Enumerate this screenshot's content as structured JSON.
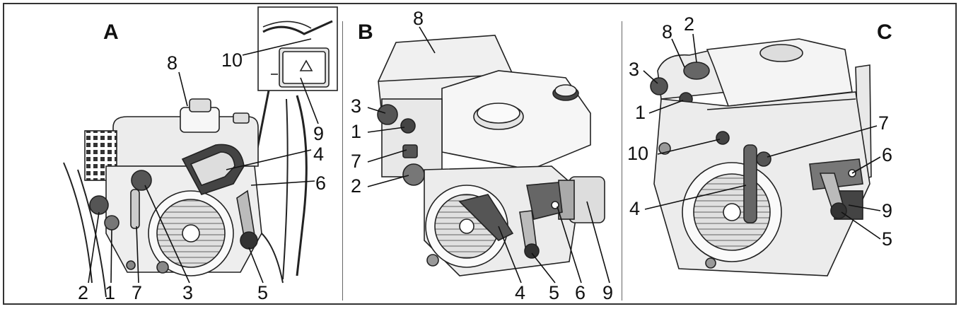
{
  "panels": [
    {
      "letter": "A",
      "callouts": [
        "8",
        "10",
        "9",
        "4",
        "6",
        "2",
        "1",
        "7",
        "3",
        "5"
      ]
    },
    {
      "letter": "B",
      "callouts": [
        "8",
        "3",
        "1",
        "7",
        "2",
        "4",
        "5",
        "6",
        "9"
      ]
    },
    {
      "letter": "C",
      "callouts": [
        "8",
        "2",
        "3",
        "1",
        "7",
        "10",
        "6",
        "4",
        "9",
        "5"
      ]
    }
  ],
  "colors": {
    "ink": "#111111",
    "frame": "#333333",
    "fill_light": "#e9e9e9",
    "fill_mid": "#bdbdbd",
    "fill_dark": "#555555"
  }
}
